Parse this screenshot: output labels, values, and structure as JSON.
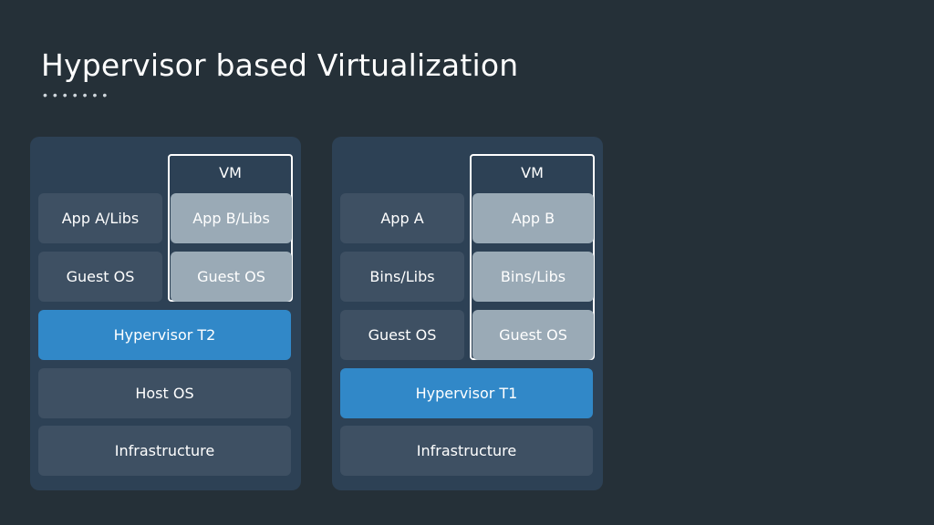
{
  "slide": {
    "title": "Hypervisor based Virtualization",
    "dots": "•••••••"
  },
  "left_stack": {
    "vm_label": "VM",
    "app_a": "App A/Libs",
    "app_b": "App B/Libs",
    "guest_os_1": "Guest OS",
    "guest_os_2": "Guest OS",
    "hypervisor": "Hypervisor T2",
    "host_os": "Host OS",
    "infrastructure": "Infrastructure"
  },
  "right_stack": {
    "vm_label": "VM",
    "app_a": "App A",
    "app_b": "App B",
    "bins_1": "Bins/Libs",
    "bins_2": "Bins/Libs",
    "guest_os_1": "Guest OS",
    "guest_os_2": "Guest OS",
    "hypervisor": "Hypervisor T1",
    "infrastructure": "Infrastructure"
  },
  "colors": {
    "background": "#253038",
    "panel": "#2d4155",
    "block_dark": "#3e5063",
    "block_light": "#9aaab6",
    "hypervisor_blue": "#3188c8"
  }
}
